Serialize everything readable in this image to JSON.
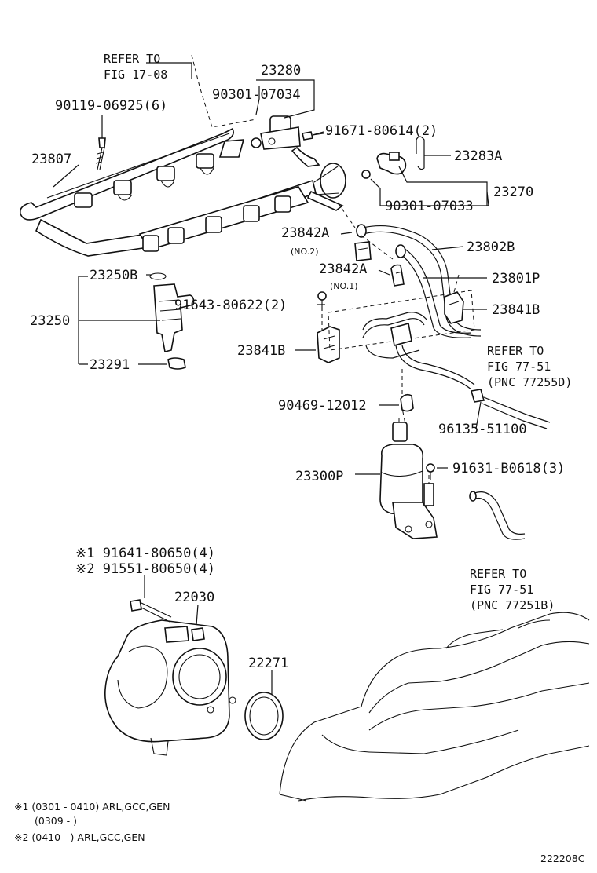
{
  "labels": {
    "refer_17_line1": "REFER TO",
    "refer_17_line2": "FIG 17-08",
    "p23280": "23280",
    "p90301_07034": "90301-07034",
    "p90119": "90119-06925(6)",
    "p91671": "91671-80614(2)",
    "p23807": "23807",
    "p23283A": "23283A",
    "p23270": "23270",
    "p90301_07033": "90301-07033",
    "p23842A_no2": "23842A",
    "no2": "(NO.2)",
    "p23802B": "23802B",
    "p23842A_no1": "23842A",
    "no1": "(NO.1)",
    "p23801P": "23801P",
    "p23250B": "23250B",
    "p23250": "23250",
    "p91643": "91643-80622(2)",
    "p23841B_r": "23841B",
    "p23841B_l": "23841B",
    "p23291": "23291",
    "refer_77a_line1": "REFER TO",
    "refer_77a_line2": "FIG 77-51",
    "refer_77a_line3": "(PNC 77255D)",
    "p90469": "90469-12012",
    "p96135": "96135-51100",
    "p23300P": "23300P",
    "p91631": "91631-B0618(3)",
    "refer_77b_line1": "REFER TO",
    "refer_77b_line2": "FIG 77-51",
    "refer_77b_line3": "(PNC 77251B)",
    "mark1_part": "※1 91641-80650(4)",
    "mark2_part": "※2 91551-80650(4)",
    "p22030": "22030",
    "p22271": "22271",
    "note1": "※1 (0301 - 0410) ARL,GCC,GEN",
    "note1b": "(0309 -         )",
    "note2": "※2 (0410 -         ) ARL,GCC,GEN",
    "diagram_code": "222208C"
  }
}
